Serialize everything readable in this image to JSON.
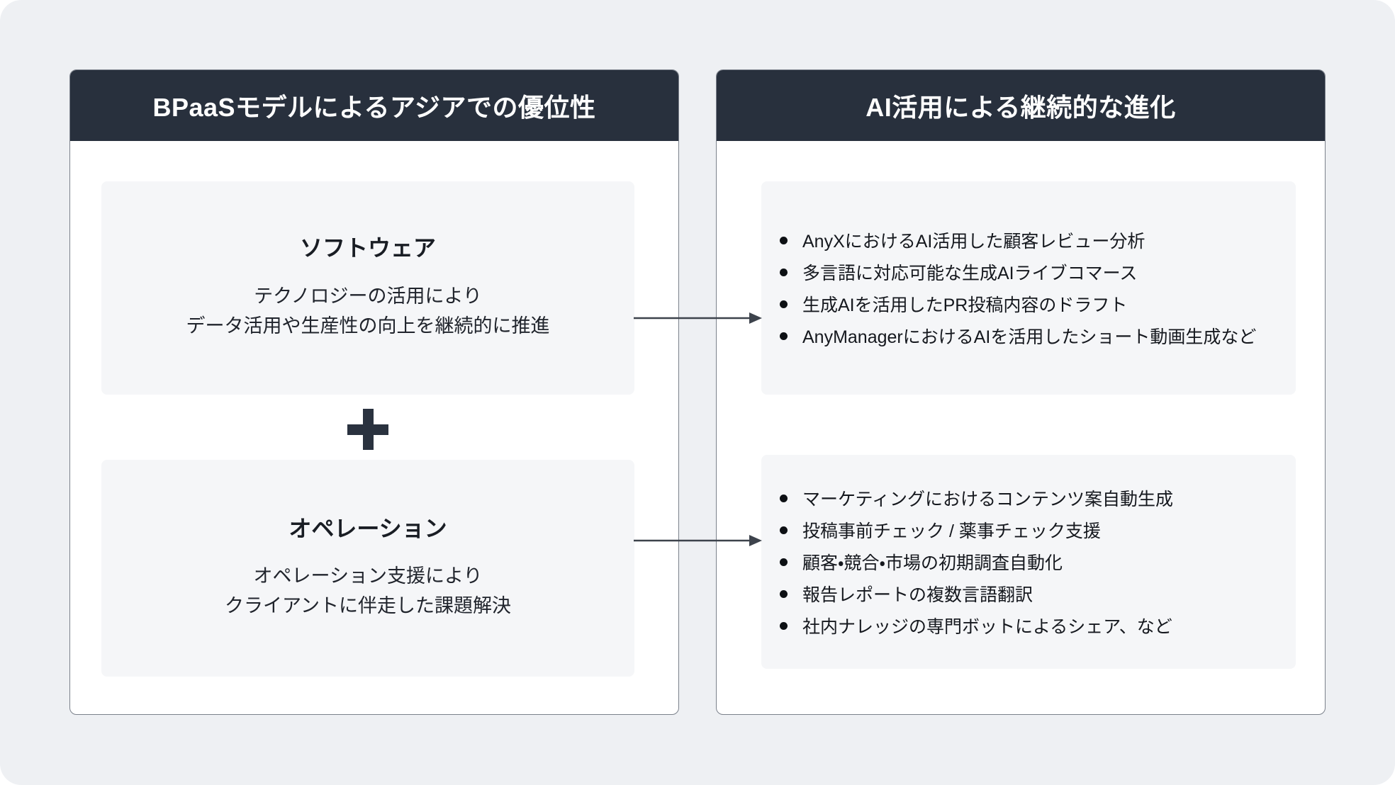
{
  "colors": {
    "canvas_bg": "#eef0f3",
    "panel_bg": "#ffffff",
    "panel_border": "#7b818b",
    "header_bg": "#28303d",
    "header_text": "#ffffff",
    "inner_box_bg": "#f5f6f8",
    "text_dark": "#15181e",
    "plus_and_arrow": "#2a323f"
  },
  "icons": {
    "plus": "plus-icon",
    "connector": "arrow-right-icon"
  },
  "left_panel": {
    "title": "BPaaSモデルによるアジアでの優位性",
    "software_box": {
      "title": "ソフトウェア",
      "line1": "テクノロジーの活用により",
      "line2": "データ活用や生産性の向上を継続的に推進"
    },
    "operation_box": {
      "title": "オペレーション",
      "line1": "オペレーション支援により",
      "line2": "クライアントに伴走した課題解決"
    }
  },
  "right_panel": {
    "title": "AI活用による継続的な進化",
    "software_ai_items": [
      "AnyXにおけるAI活用した顧客レビュー分析",
      "多言語に対応可能な生成AIライブコマース",
      "生成AIを活用したPR投稿内容のドラフト",
      "AnyManagerにおけるAIを活用したショート動画生成など"
    ],
    "operation_ai_items": [
      "マーケティングにおけるコンテンツ案自動生成",
      "投稿事前チェック / 薬事チェック支援",
      "顧客・競合・市場の初期調査自動化",
      "報告レポートの複数言語翻訳",
      "社内ナレッジの専門ボットによるシェア、など"
    ]
  }
}
